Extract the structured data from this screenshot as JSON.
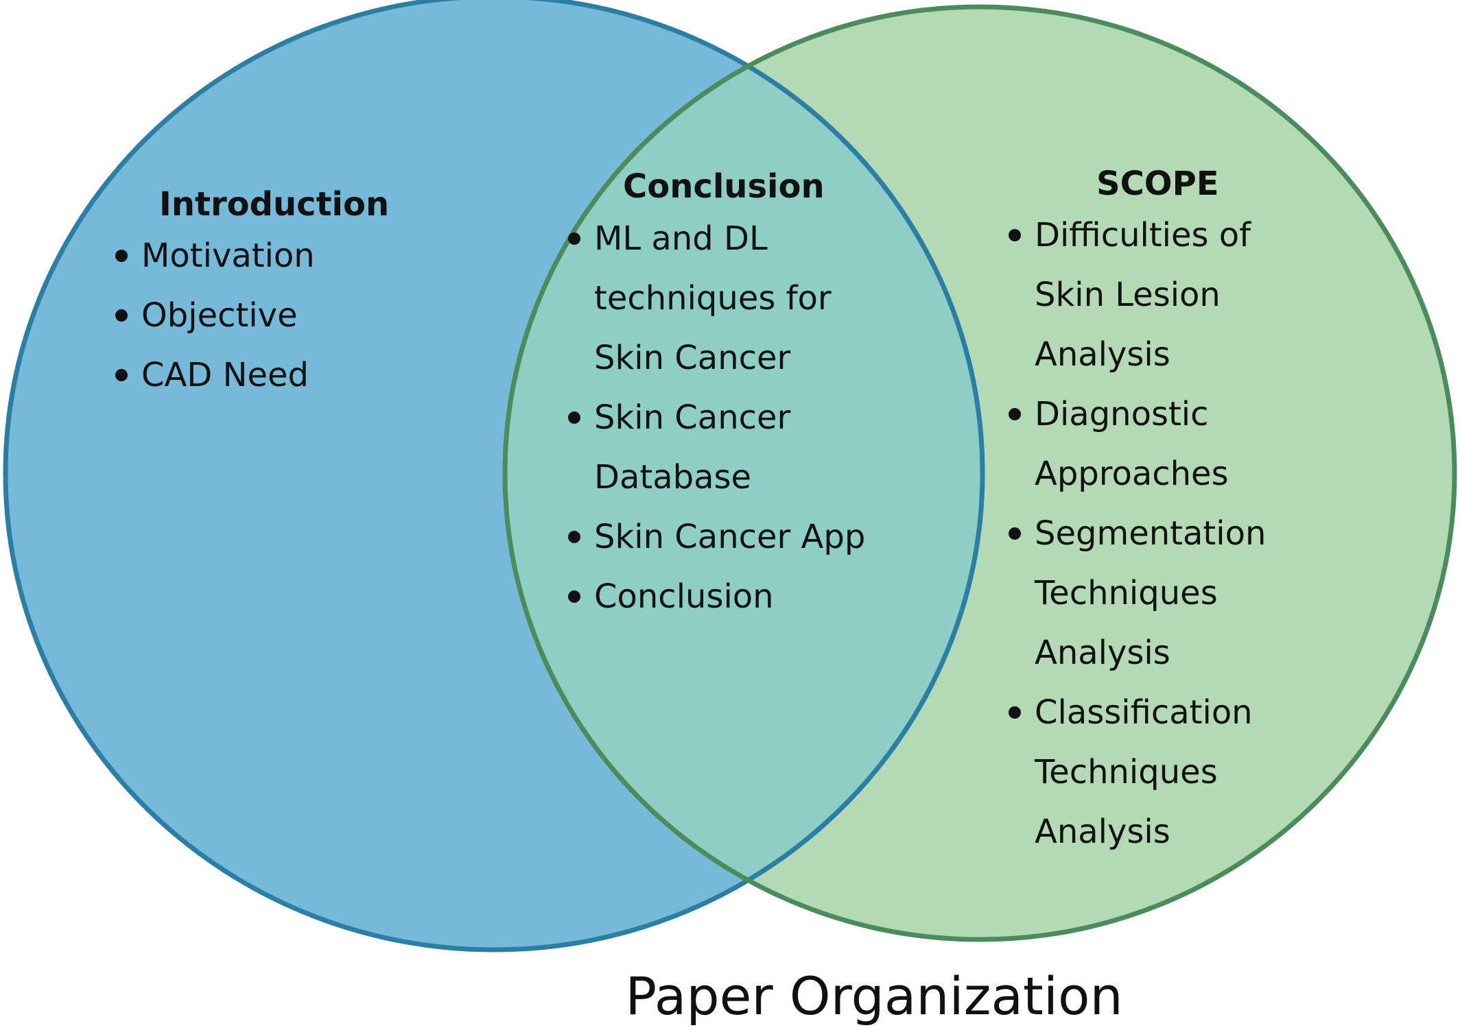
{
  "colors": {
    "left_circle_fill": "#77B9D8",
    "left_circle_stroke": "#2B7FA5",
    "right_circle_fill": "#B3D9B5",
    "right_circle_stroke": "#4A8C5C",
    "overlap_fill": "#8ECEC5",
    "overlap_stroke": "#3A9E9A"
  },
  "left_section": {
    "heading": "Introduction",
    "items": [
      {
        "label": "Motivation",
        "lines": [
          "Motivation"
        ]
      },
      {
        "label": "Objective",
        "lines": [
          "Objective"
        ]
      },
      {
        "label": "CAD Need",
        "lines": [
          "CAD Need"
        ]
      }
    ]
  },
  "center_section": {
    "heading": "Conclusion",
    "items": [
      {
        "label": "ML and DL techniques for Skin Cancer",
        "lines": [
          "ML and DL",
          "techniques for",
          "Skin Cancer"
        ]
      },
      {
        "label": "Skin Cancer Database",
        "lines": [
          "Skin Cancer",
          "Database"
        ]
      },
      {
        "label": "Skin Cancer App",
        "lines": [
          "Skin Cancer App"
        ]
      },
      {
        "label": "Conclusion",
        "lines": [
          "Conclusion"
        ]
      }
    ]
  },
  "right_section": {
    "heading": "SCOPE",
    "items": [
      {
        "label": "Difficulties of Skin Lesion Analysis",
        "lines": [
          "Difficulties of",
          "Skin Lesion",
          "Analysis"
        ]
      },
      {
        "label": "Diagnostic Approaches",
        "lines": [
          "Diagnostic",
          "Approaches"
        ]
      },
      {
        "label": "Segmentation Techniques Analysis",
        "lines": [
          "Segmentation",
          "Techniques",
          "Analysis"
        ]
      },
      {
        "label": "Classification Techniques Analysis",
        "lines": [
          "Classification",
          "Techniques",
          "Analysis"
        ]
      }
    ]
  },
  "caption": "Paper Organization"
}
